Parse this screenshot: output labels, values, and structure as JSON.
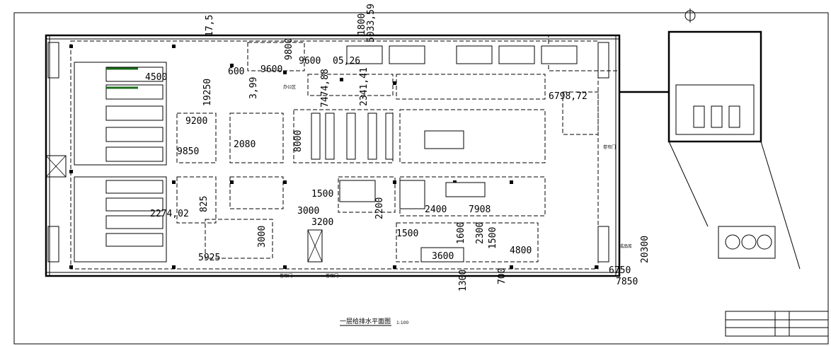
{
  "drawing": {
    "title": "一层给排水平面图",
    "scale": "1:100",
    "north_symbol": "N"
  },
  "dims": [
    "17,5",
    "19250",
    "9200",
    "9850",
    "2080",
    "8000",
    "7474,88",
    "2341,41",
    "5033,59",
    "1800",
    "9600",
    "05,26",
    "9800",
    "3,99",
    "6798,72",
    "1500",
    "3000",
    "3200",
    "2200",
    "2400",
    "7908",
    "1500",
    "1600",
    "2300",
    "1500",
    "3600",
    "4800",
    "1300",
    "700",
    "2274,02",
    "825",
    "5925",
    "3000",
    "6750",
    "7850",
    "20300",
    "4500",
    "600",
    "9600"
  ],
  "labels": {
    "door_1": "卷帘门",
    "door_2": "卷帘门",
    "room_right": "成品库",
    "room_gate": "卷帘门",
    "room_office": "办公区"
  }
}
